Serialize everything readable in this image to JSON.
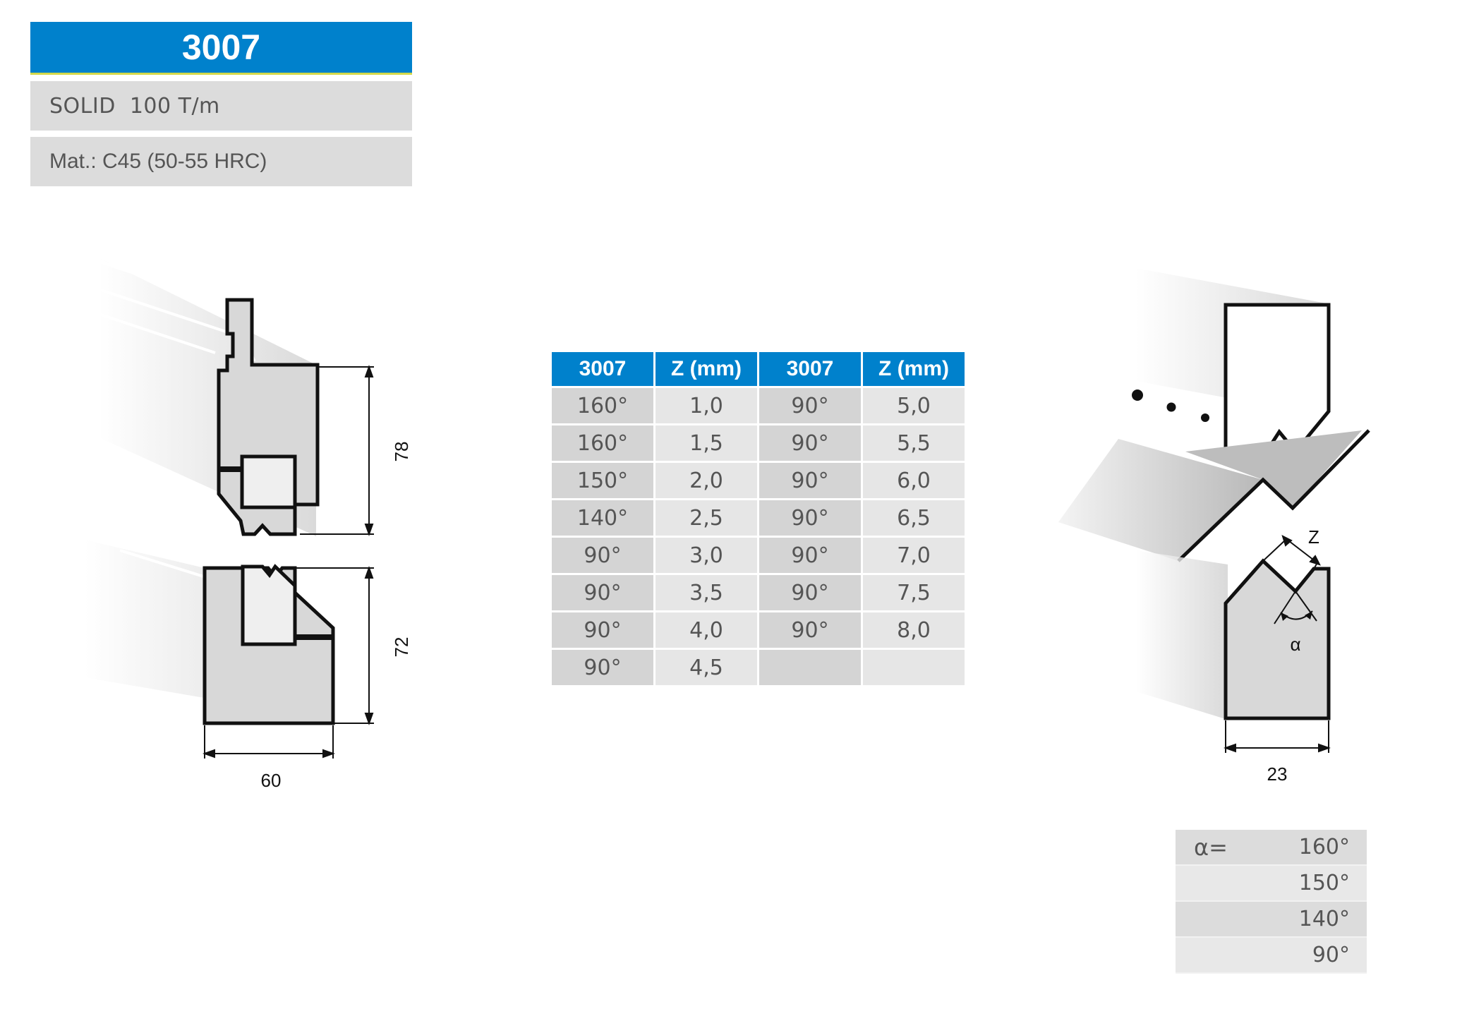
{
  "header": {
    "title": "3007",
    "type_label": "SOLID",
    "capacity": "100 T/m",
    "material": "Mat.: C45 (50-55 HRC)"
  },
  "left_drawing": {
    "dim_height_upper": "78",
    "dim_height_lower": "72",
    "dim_width": "60"
  },
  "z_table": {
    "headers": [
      "3007",
      "Z (mm)",
      "3007",
      "Z (mm)"
    ],
    "rows": [
      [
        "160°",
        "1,0",
        "90°",
        "5,0"
      ],
      [
        "160°",
        "1,5",
        "90°",
        "5,5"
      ],
      [
        "150°",
        "2,0",
        "90°",
        "6,0"
      ],
      [
        "140°",
        "2,5",
        "90°",
        "6,5"
      ],
      [
        "90°",
        "3,0",
        "90°",
        "7,0"
      ],
      [
        "90°",
        "3,5",
        "90°",
        "7,5"
      ],
      [
        "90°",
        "4,0",
        "90°",
        "8,0"
      ],
      [
        "90°",
        "4,5",
        "",
        ""
      ]
    ]
  },
  "right_drawing": {
    "z_label": "Z",
    "alpha_label": "α",
    "dim_width": "23"
  },
  "alpha_table": {
    "label": "α=",
    "values": [
      "160°",
      "150°",
      "140°",
      "90°"
    ]
  },
  "colors": {
    "accent_blue": "#0081cc",
    "header_underline": "#d4d84a",
    "row_dark": "#d4d4d4",
    "row_light": "#e6e6e6"
  }
}
